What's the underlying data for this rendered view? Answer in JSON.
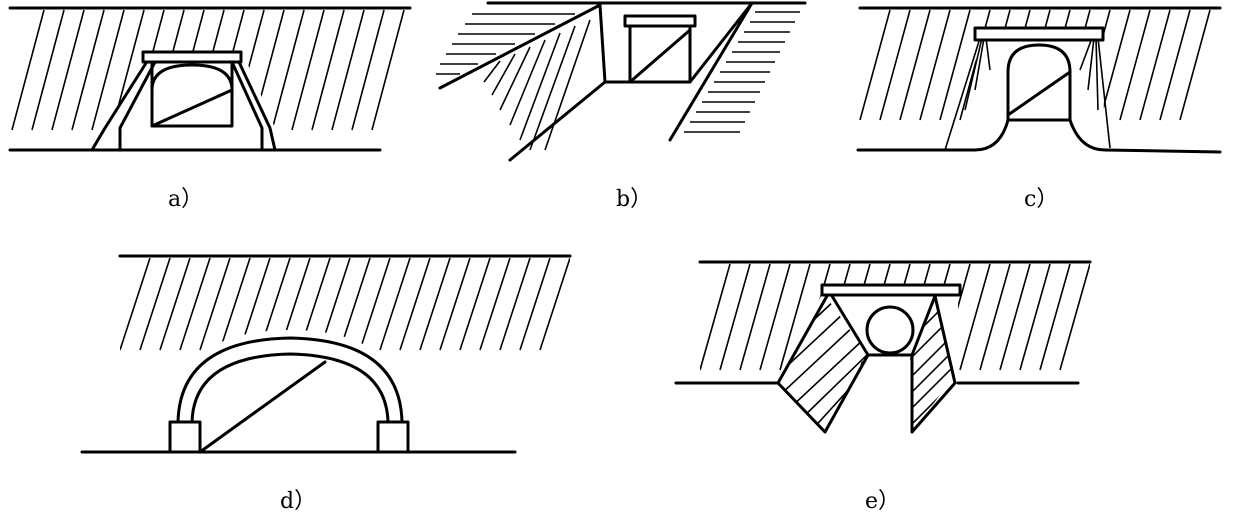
{
  "labels": {
    "a": "a）",
    "b": "b）",
    "c": "c）",
    "d": "d）",
    "e": "e）"
  },
  "colors": {
    "ink": "#000000",
    "paper": "#ffffff"
  }
}
